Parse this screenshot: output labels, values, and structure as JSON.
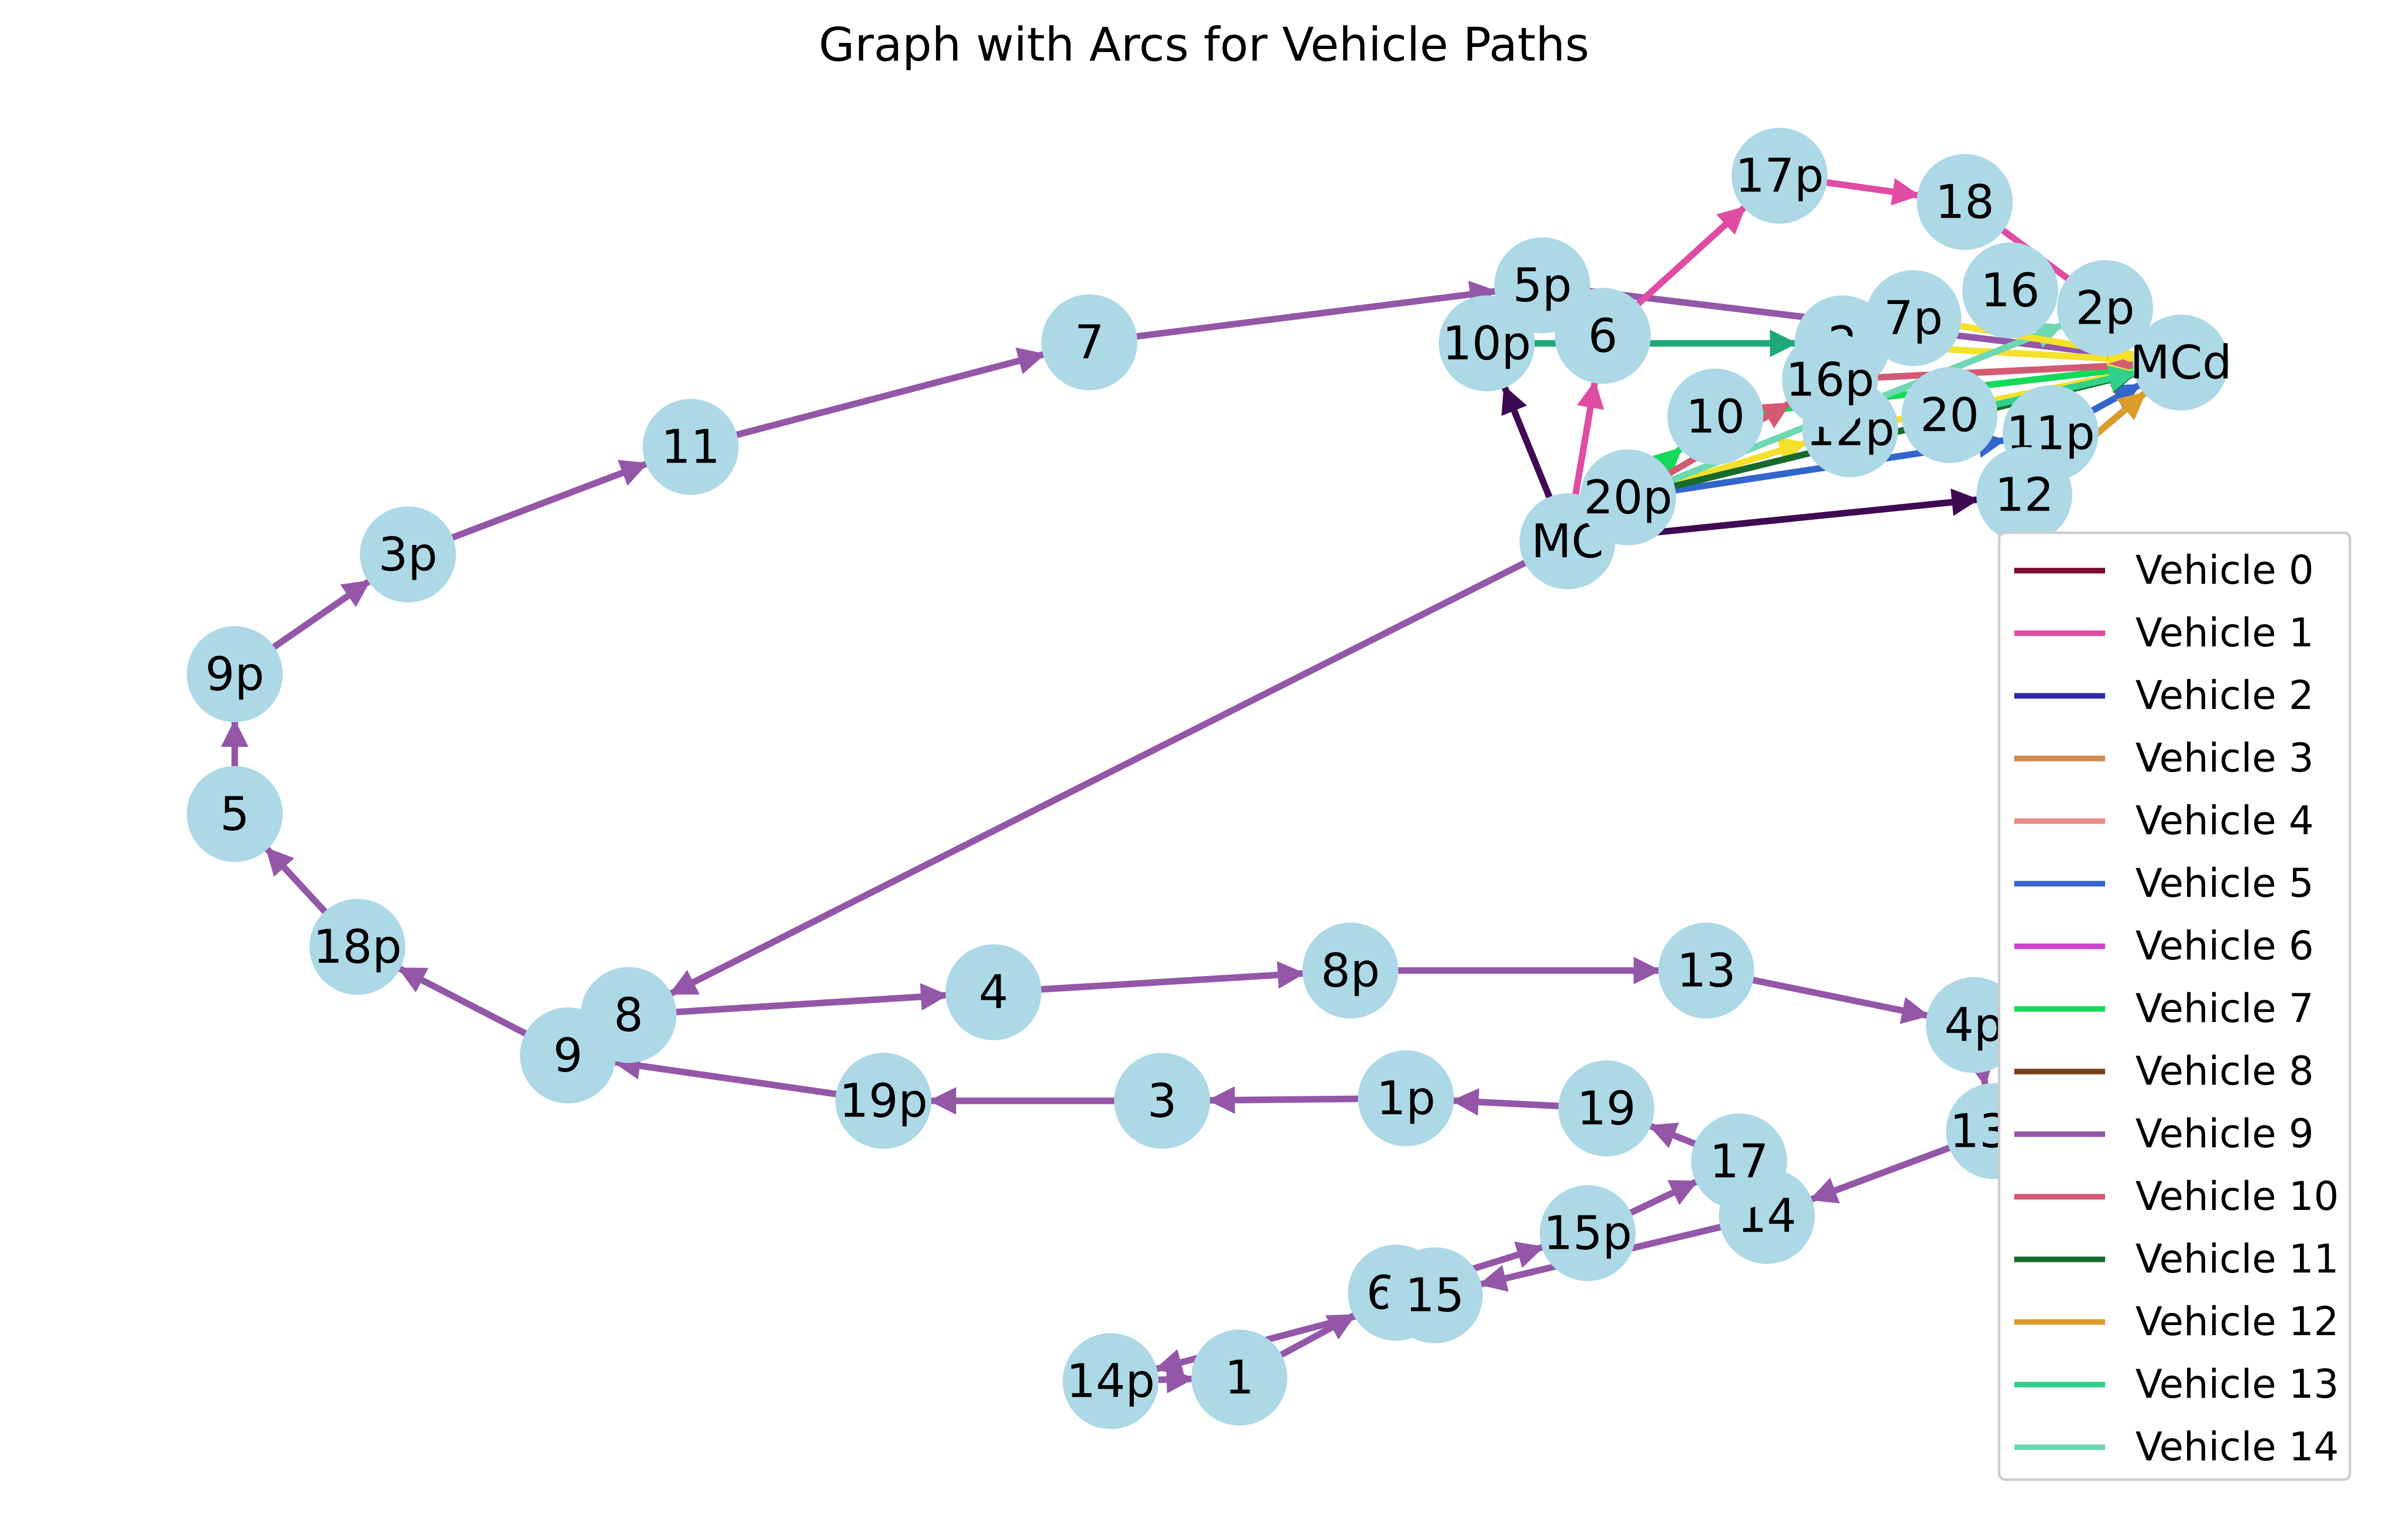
{
  "title": "Graph with Arcs for Vehicle Paths",
  "node_fill": "#add8e6",
  "nodes": [
    {
      "id": "MC",
      "label": "MC"
    },
    {
      "id": "MCd",
      "label": "MCd"
    },
    {
      "id": "1",
      "label": "1"
    },
    {
      "id": "1p",
      "label": "1p"
    },
    {
      "id": "2",
      "label": "2"
    },
    {
      "id": "2p",
      "label": "2p"
    },
    {
      "id": "3",
      "label": "3"
    },
    {
      "id": "3p",
      "label": "3p"
    },
    {
      "id": "4",
      "label": "4"
    },
    {
      "id": "4p",
      "label": "4p"
    },
    {
      "id": "5",
      "label": "5"
    },
    {
      "id": "5p",
      "label": "5p"
    },
    {
      "id": "6",
      "label": "6"
    },
    {
      "id": "6p",
      "label": "6p"
    },
    {
      "id": "7",
      "label": "7"
    },
    {
      "id": "7p",
      "label": "7p"
    },
    {
      "id": "8",
      "label": "8"
    },
    {
      "id": "8p",
      "label": "8p"
    },
    {
      "id": "9",
      "label": "9"
    },
    {
      "id": "9p",
      "label": "9p"
    },
    {
      "id": "10",
      "label": "10"
    },
    {
      "id": "10p",
      "label": "10p"
    },
    {
      "id": "11",
      "label": "11"
    },
    {
      "id": "11p",
      "label": "11p"
    },
    {
      "id": "12",
      "label": "12"
    },
    {
      "id": "12p",
      "label": "12p"
    },
    {
      "id": "13",
      "label": "13"
    },
    {
      "id": "13p",
      "label": "13p"
    },
    {
      "id": "14",
      "label": "14"
    },
    {
      "id": "14p",
      "label": "14p"
    },
    {
      "id": "15",
      "label": "15"
    },
    {
      "id": "15p",
      "label": "15p"
    },
    {
      "id": "16",
      "label": "16"
    },
    {
      "id": "16p",
      "label": "16p"
    },
    {
      "id": "17",
      "label": "17"
    },
    {
      "id": "17p",
      "label": "17p"
    },
    {
      "id": "18",
      "label": "18"
    },
    {
      "id": "18p",
      "label": "18p"
    },
    {
      "id": "19",
      "label": "19"
    },
    {
      "id": "19p",
      "label": "19p"
    },
    {
      "id": "20",
      "label": "20"
    },
    {
      "id": "20p",
      "label": "20p"
    }
  ],
  "vehicles": [
    {
      "name": "Vehicle 0",
      "color": "#7a0a2e"
    },
    {
      "name": "Vehicle 1",
      "color": "#e04ba4"
    },
    {
      "name": "Vehicle 2",
      "color": "#2f2aa8"
    },
    {
      "name": "Vehicle 3",
      "color": "#d08a4c"
    },
    {
      "name": "Vehicle 4",
      "color": "#ec8e86"
    },
    {
      "name": "Vehicle 5",
      "color": "#3366cc"
    },
    {
      "name": "Vehicle 6",
      "color": "#cc44cc"
    },
    {
      "name": "Vehicle 7",
      "color": "#14d95a"
    },
    {
      "name": "Vehicle 8",
      "color": "#7a3e1c"
    },
    {
      "name": "Vehicle 9",
      "color": "#9457a8"
    },
    {
      "name": "Vehicle 10",
      "color": "#d45a74"
    },
    {
      "name": "Vehicle 11",
      "color": "#176b2c"
    },
    {
      "name": "Vehicle 12",
      "color": "#dc9c2a"
    },
    {
      "name": "Vehicle 13",
      "color": "#2fd18a"
    },
    {
      "name": "Vehicle 14",
      "color": "#6ed8b0"
    }
  ],
  "extra_colors": {
    "dark_purple": "#3f0a52",
    "teal": "#20a87a",
    "yellow": "#f5e02c"
  },
  "edges": [
    {
      "from": "MC",
      "to": "8",
      "color": "#9457a8"
    },
    {
      "from": "8",
      "to": "4",
      "color": "#9457a8"
    },
    {
      "from": "4",
      "to": "8p",
      "color": "#9457a8"
    },
    {
      "from": "8p",
      "to": "13",
      "color": "#9457a8"
    },
    {
      "from": "13",
      "to": "4p",
      "color": "#9457a8"
    },
    {
      "from": "4p",
      "to": "13p",
      "color": "#9457a8"
    },
    {
      "from": "13p",
      "to": "14",
      "color": "#9457a8"
    },
    {
      "from": "14",
      "to": "15",
      "color": "#9457a8"
    },
    {
      "from": "15",
      "to": "14p",
      "color": "#9457a8"
    },
    {
      "from": "14p",
      "to": "1",
      "color": "#9457a8"
    },
    {
      "from": "1",
      "to": "6p",
      "color": "#9457a8"
    },
    {
      "from": "6p",
      "to": "15p",
      "color": "#9457a8"
    },
    {
      "from": "15p",
      "to": "17",
      "color": "#9457a8"
    },
    {
      "from": "17",
      "to": "19",
      "color": "#9457a8"
    },
    {
      "from": "19",
      "to": "1p",
      "color": "#9457a8"
    },
    {
      "from": "1p",
      "to": "3",
      "color": "#9457a8"
    },
    {
      "from": "3",
      "to": "19p",
      "color": "#9457a8"
    },
    {
      "from": "19p",
      "to": "9",
      "color": "#9457a8"
    },
    {
      "from": "9",
      "to": "18p",
      "color": "#9457a8"
    },
    {
      "from": "18p",
      "to": "5",
      "color": "#9457a8"
    },
    {
      "from": "5",
      "to": "9p",
      "color": "#9457a8"
    },
    {
      "from": "9p",
      "to": "3p",
      "color": "#9457a8"
    },
    {
      "from": "3p",
      "to": "11",
      "color": "#9457a8"
    },
    {
      "from": "11",
      "to": "7",
      "color": "#9457a8"
    },
    {
      "from": "7",
      "to": "5p",
      "color": "#9457a8"
    },
    {
      "from": "5p",
      "to": "MCd",
      "color": "#9457a8"
    },
    {
      "from": "MC",
      "to": "6",
      "color": "#e04ba4"
    },
    {
      "from": "6",
      "to": "17p",
      "color": "#e04ba4"
    },
    {
      "from": "17p",
      "to": "18",
      "color": "#e04ba4"
    },
    {
      "from": "18",
      "to": "MCd",
      "color": "#e04ba4"
    },
    {
      "from": "MC",
      "to": "10p",
      "color": "#3f0a52"
    },
    {
      "from": "MC",
      "to": "12",
      "color": "#3f0a52"
    },
    {
      "from": "12",
      "to": "MCd",
      "color": "#3f0a52"
    },
    {
      "from": "10p",
      "to": "2",
      "color": "#20a87a"
    },
    {
      "from": "2",
      "to": "MCd",
      "color": "#f5e02c"
    },
    {
      "from": "20p",
      "to": "10",
      "color": "#14d95a"
    },
    {
      "from": "10",
      "to": "MCd",
      "color": "#14d95a"
    },
    {
      "from": "20p",
      "to": "16p",
      "color": "#d45a74"
    },
    {
      "from": "16p",
      "to": "MCd",
      "color": "#d45a74"
    },
    {
      "from": "20p",
      "to": "12p",
      "color": "#f5e02c"
    },
    {
      "from": "12p",
      "to": "MCd",
      "color": "#f5e02c"
    },
    {
      "from": "20p",
      "to": "11p",
      "color": "#3366cc"
    },
    {
      "from": "11p",
      "to": "MCd",
      "color": "#3366cc"
    },
    {
      "from": "20p",
      "to": "MCd",
      "color": "#176b2c"
    },
    {
      "from": "20p",
      "to": "2p",
      "color": "#6ed8b0"
    },
    {
      "from": "20",
      "to": "MCd",
      "color": "#2fd18a"
    },
    {
      "from": "7p",
      "to": "MCd",
      "color": "#f5e02c"
    },
    {
      "from": "12",
      "to": "MCd",
      "color": "#dc9c2a"
    }
  ]
}
